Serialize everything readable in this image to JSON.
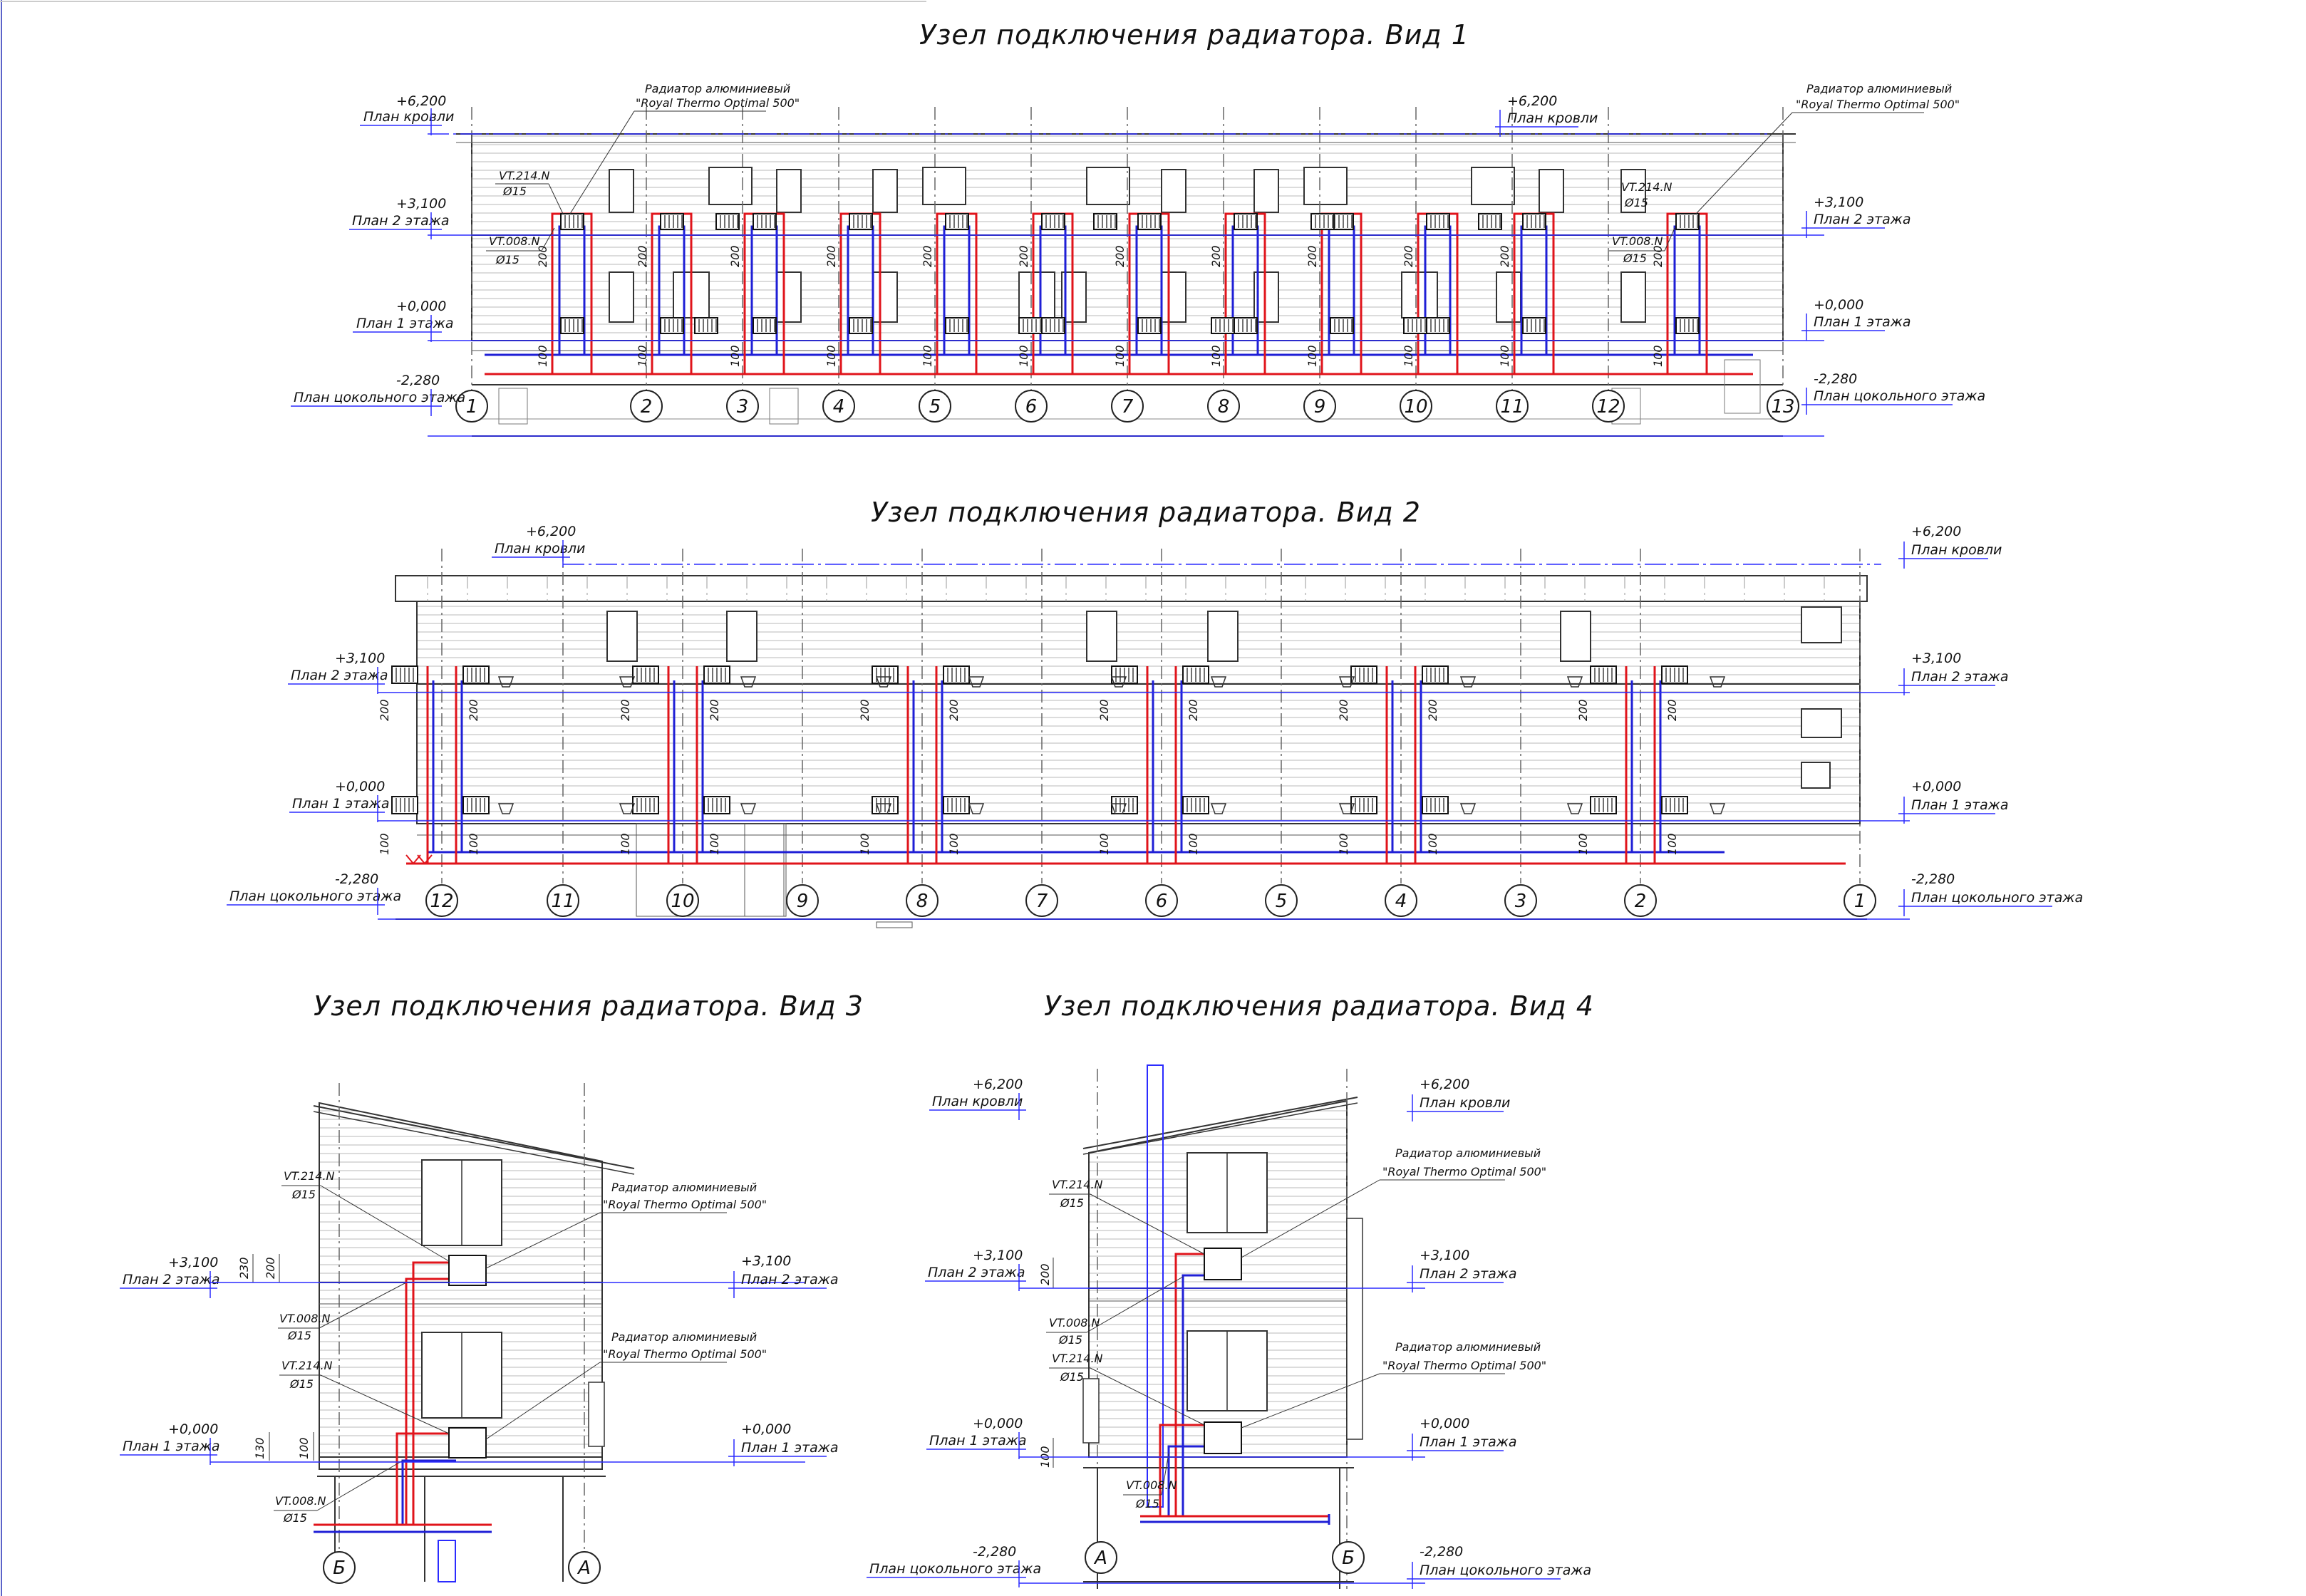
{
  "sheet": {
    "views": [
      {
        "title": "Узел подключения радиатора. Вид 1"
      },
      {
        "title": "Узел подключения радиатора. Вид 2"
      },
      {
        "title": "Узел подключения радиатора. Вид 3"
      },
      {
        "title": "Узел подключения радиатора. Вид 4"
      }
    ]
  },
  "levels": {
    "roof": {
      "mark": "+6,200",
      "name": "План кровли"
    },
    "floor2": {
      "mark": "+3,100",
      "name": "План 2 этажа"
    },
    "floor1": {
      "mark": "+0,000",
      "name": "План 1 этажа"
    },
    "basement": {
      "mark": "-2,280",
      "name": "План цокольного этажа"
    }
  },
  "callouts": {
    "radiator_name": "Радиатор алюминиевый",
    "radiator_model": "\"Royal Thermo Optimal 500\"",
    "valve_top": "VT.214.N",
    "valve_bottom": "VT.008.N",
    "diameter": "Ø15"
  },
  "dims": {
    "d200": "200",
    "d100": "100",
    "d230": "230",
    "d130": "130"
  },
  "axes": {
    "view1": [
      "1",
      "2",
      "3",
      "4",
      "5",
      "6",
      "7",
      "8",
      "9",
      "10",
      "11",
      "12",
      "13"
    ],
    "view2": [
      "12",
      "11",
      "10",
      "9",
      "8",
      "7",
      "6",
      "5",
      "4",
      "3",
      "2",
      "1"
    ],
    "view3": [
      "Б",
      "А"
    ],
    "view4": [
      "А",
      "Б"
    ]
  },
  "colors": {
    "supply": "#e0141b",
    "return": "#1f1fd6",
    "level_line": "#2b2bff",
    "line": "#444444"
  }
}
